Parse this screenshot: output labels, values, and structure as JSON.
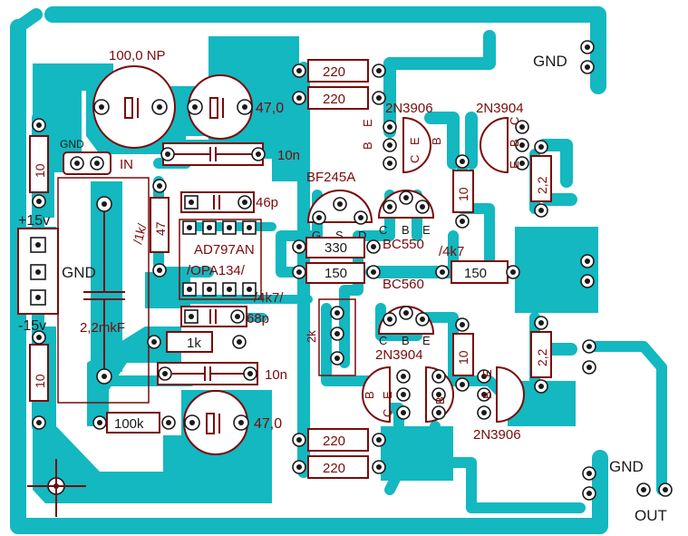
{
  "board": {
    "colors": {
      "copper": "#13b8c0",
      "silkscreen": "#7a0a0a",
      "background": "#ffffff",
      "pad_outline": "#1a1a1a"
    }
  },
  "labels": {
    "cap_100_np": "100,0 NP",
    "cap_47_top": "47,0",
    "cap_47_bottom": "47,0",
    "cap_10n_top": "10n",
    "cap_10n_bottom": "10n",
    "cap_46p": "46p",
    "cap_68p": "68p",
    "cap_2_2mkF": "2,2mkF",
    "res_10_left_top": "10",
    "res_10_left_bottom": "10",
    "res_47": "47",
    "res_1k_vertical": "/1k/",
    "res_1k": "1k",
    "res_100k": "100k",
    "res_220_1": "220",
    "res_220_2": "220",
    "res_220_3": "220",
    "res_220_4": "220",
    "res_330": "330",
    "res_150_left": "150",
    "res_150_right": "150",
    "res_4k7_left": "/4k7/",
    "res_4k7_right": "/4k7",
    "res_2k": "2k",
    "res_10_mid_top": "10",
    "res_10_mid_bottom": "10",
    "res_2_2_top": "2,2",
    "res_2_2_bottom": "2,2",
    "ic_1": "AD797AN",
    "ic_2": "/OPA134/",
    "q_bf245": "BF245A",
    "q_bf245_pins": [
      "G",
      "S",
      "D"
    ],
    "q_bc550": "BC550",
    "q_bc550_pins": [
      "C",
      "B",
      "E"
    ],
    "q_bc560": "BC560",
    "q_bc560_pins": [
      "C",
      "B",
      "E"
    ],
    "q_2n3906_top": "2N3906",
    "q_2n3904_top": "2N3904",
    "q_2n3904_bottom": "2N3904",
    "q_2n3906_bottom": "2N3906",
    "pin_b": "B",
    "pin_e": "E",
    "pin_c": "C",
    "gnd_top_right": "GND",
    "gnd_left_small": "GND",
    "in": "IN",
    "plus_15": "+15v",
    "gnd_left": "GND",
    "minus_15": "-15v",
    "gnd_bottom_right": "GND",
    "out": "OUT"
  }
}
